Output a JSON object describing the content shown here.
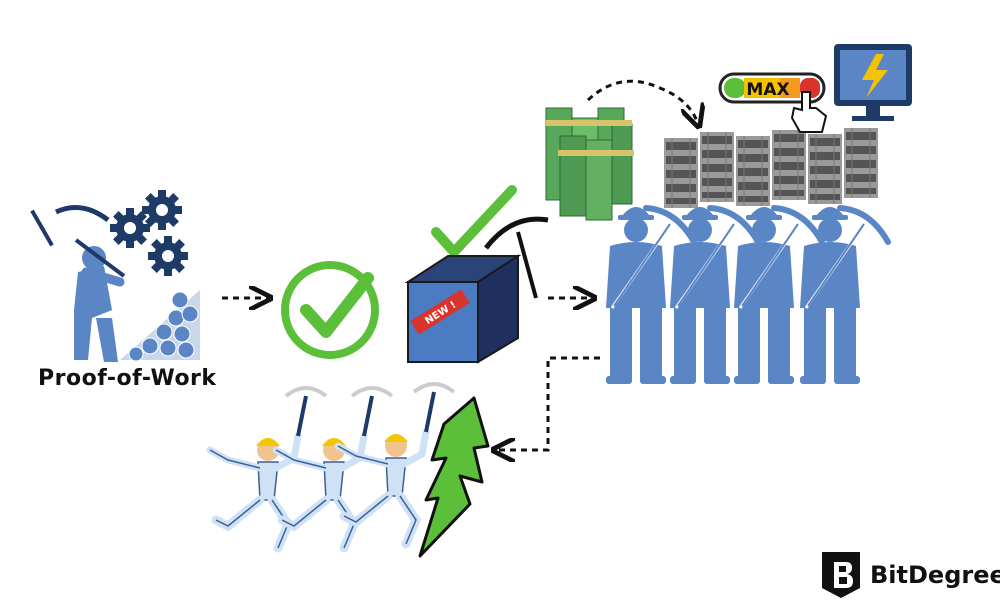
{
  "title": "Proof-of-Work",
  "badge_new": "NEW !",
  "meter_label": "MAX",
  "brand": {
    "name": "BitDegree"
  },
  "colors": {
    "blue": "#5a86c5",
    "dark_blue": "#1e3a66",
    "green": "#5bbf3a",
    "cash_green": "#57a85a",
    "red": "#d9342b",
    "yellow": "#f5c200"
  },
  "icons": [
    "miner-pickaxe-icon",
    "gear-icon",
    "bitcoin-coin-icon",
    "checkmark-icon",
    "new-block-icon",
    "pickaxe-icon",
    "cash-stack-icon",
    "mining-rig-icon",
    "power-meter-icon",
    "pointer-hand-icon",
    "monitor-lightning-icon",
    "worker-icon",
    "running-miner-icon",
    "growth-arrow-icon"
  ]
}
